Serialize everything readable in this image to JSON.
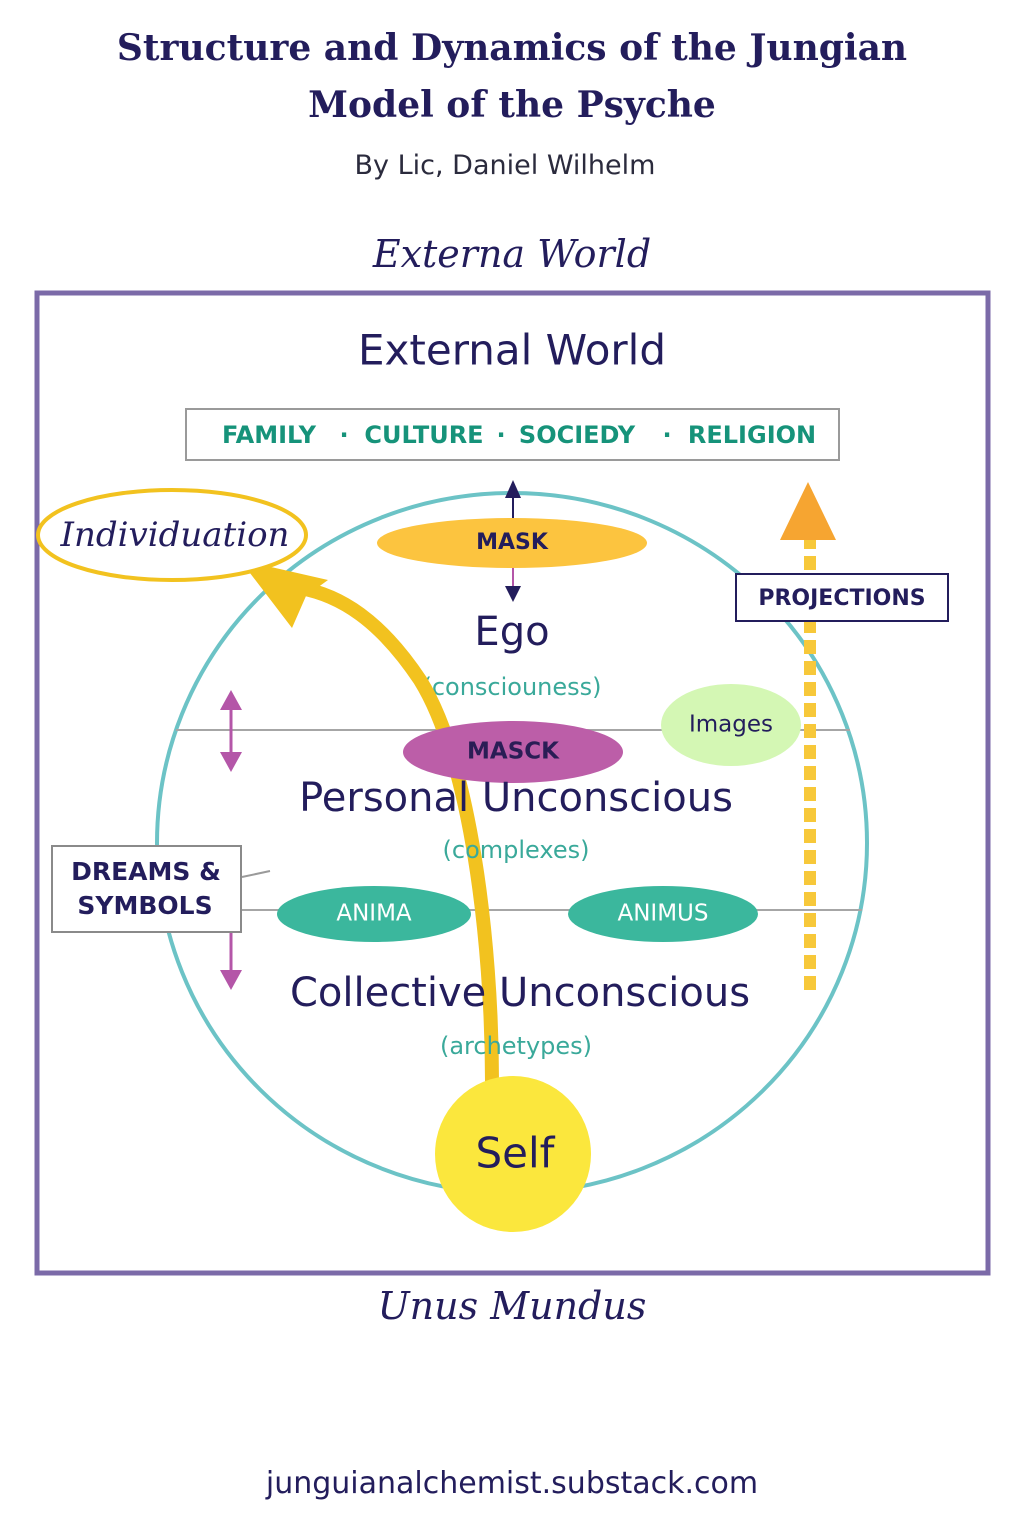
{
  "header": {
    "title_line1": "Structure and Dynamics of the Jungian",
    "title_line2": "Model of the Psyche",
    "byline": "By Lic, Daniel Wilhelm"
  },
  "outer_top_label": "Externa World",
  "outer_bottom_label": "Unus Mundus",
  "frame": {
    "heading": "External World",
    "social_factors": [
      "FAMILY",
      "CULTURE",
      "SOCIEDY",
      "RELIGION"
    ],
    "separator": "·"
  },
  "psyche": {
    "mask_top": "MASK",
    "ego": "Ego",
    "ego_sub": "(consciouness)",
    "mask_mid": "MASCK",
    "images": "Images",
    "personal": "Personal Unconscious",
    "personal_sub": "(complexes)",
    "anima": "ANIMA",
    "animus": "ANIMUS",
    "collective": "Collective Unconscious",
    "collective_sub": "(archetypes)",
    "self": "Self"
  },
  "side_labels": {
    "individuation": "Individuation",
    "projections": "PROJECTIONS",
    "dreams_line1": "DREAMS &",
    "dreams_line2": "SYMBOLS"
  },
  "colors": {
    "navy": "#231d5c",
    "frame_purple": "#7b6aa8",
    "circle_teal": "#6cc3c6",
    "teal_text": "#16937a",
    "sub_teal": "#3aa99a",
    "mask_orange": "#fcc43f",
    "masck_magenta": "#bc5ea8",
    "images_green": "#d4f7b4",
    "anima_teal": "#3bb79d",
    "self_yellow": "#fbe73d",
    "individuation_yellow": "#f2c21f",
    "projection_orange": "#f6a531",
    "arrow_pink": "#b456a8"
  },
  "footer": "junguianalchemist.substack.com"
}
